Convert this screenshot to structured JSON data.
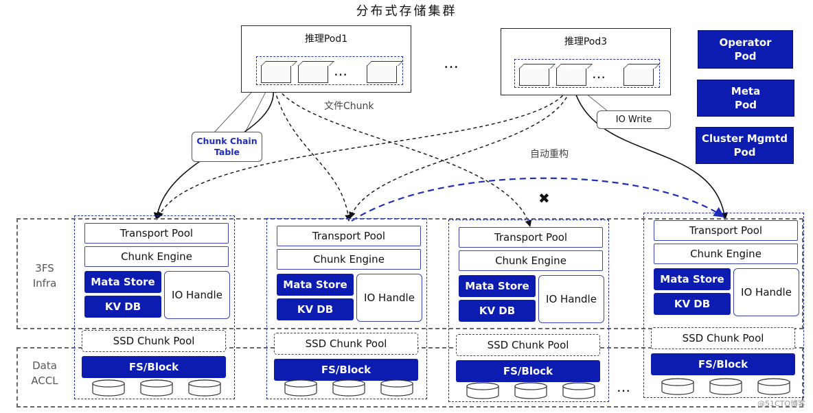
{
  "title": "分布式存储集群",
  "pods": {
    "pod1_title": "推理Pod1",
    "pod3_title": "推理Pod3",
    "ellipsis": "…",
    "inner_ellipsis": "…"
  },
  "labels": {
    "file_chunk": "文件Chunk",
    "auto_rebuild": "自动重构",
    "chunk_chain_table": "Chunk Chain Table",
    "io_write": "IO Write",
    "fail_mark": "✖",
    "nodes_ellipsis": "…",
    "watermark": "@51CTO博客"
  },
  "side_pods": [
    {
      "label": "Operator Pod",
      "line1": "Operator",
      "line2": "Pod"
    },
    {
      "label": "Meta Pod",
      "line1": "Meta",
      "line2": "Pod"
    },
    {
      "label": "Cluster Mgmtd Pod",
      "line1": "Cluster Mgmtd",
      "line2": "Pod"
    }
  ],
  "bands": {
    "infra_line1": "3FS",
    "infra_line2": "Infra",
    "accl_line1": "Data",
    "accl_line2": "ACCL"
  },
  "node": {
    "transport_pool": "Transport Pool",
    "chunk_engine": "Chunk Engine",
    "mata_store": "Mata Store",
    "kv_db": "KV DB",
    "io_handle": "IO Handle",
    "ssd_chunk_pool": "SSD Chunk Pool",
    "fs_block": "FS/Block"
  },
  "colors": {
    "accent_blue": "#0c1cb0",
    "dash_blue": "#1f2db8"
  }
}
